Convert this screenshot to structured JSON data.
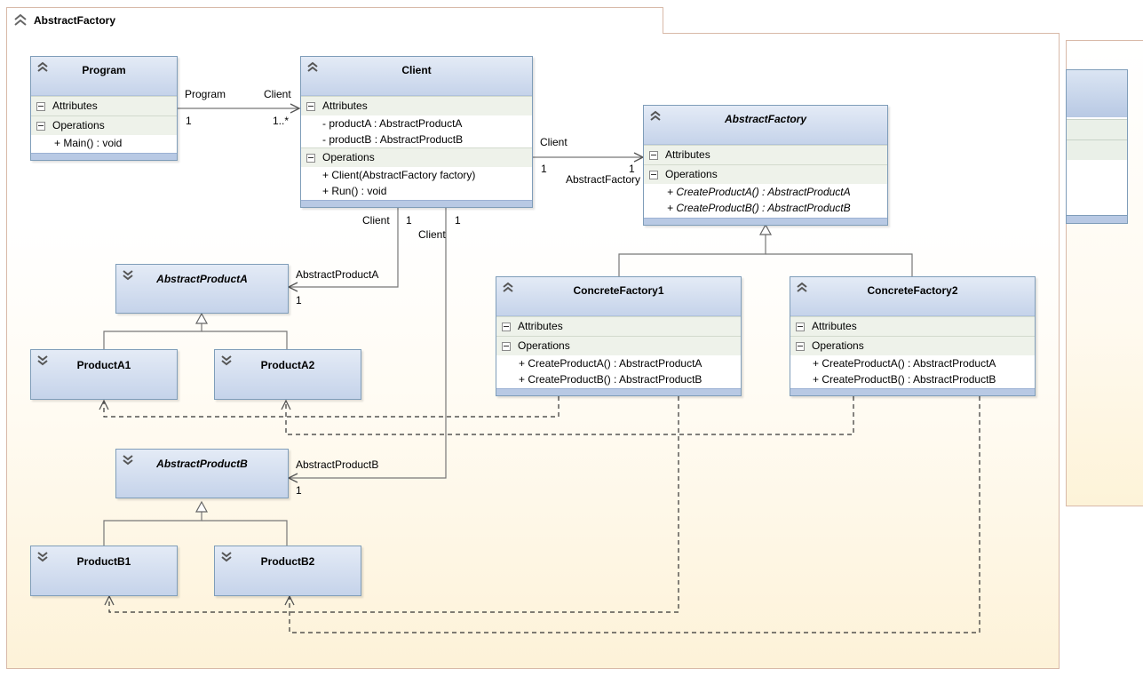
{
  "diagram": {
    "title": "AbstractFactory"
  },
  "classes": {
    "program": {
      "name": "Program",
      "attributes_label": "Attributes",
      "operations_label": "Operations",
      "operations": [
        "+ Main() : void"
      ]
    },
    "client": {
      "name": "Client",
      "attributes_label": "Attributes",
      "attributes": [
        "- productA : AbstractProductA",
        "- productB : AbstractProductB"
      ],
      "operations_label": "Operations",
      "operations": [
        "+ Client(AbstractFactory factory)",
        "+ Run() : void"
      ]
    },
    "abstract_factory": {
      "name": "AbstractFactory",
      "attributes_label": "Attributes",
      "operations_label": "Operations",
      "operations": [
        "+ CreateProductA() : AbstractProductA",
        "+ CreateProductB() : AbstractProductB"
      ]
    },
    "concrete_factory1": {
      "name": "ConcreteFactory1",
      "attributes_label": "Attributes",
      "operations_label": "Operations",
      "operations": [
        "+ CreateProductA() : AbstractProductA",
        "+ CreateProductB() : AbstractProductB"
      ]
    },
    "concrete_factory2": {
      "name": "ConcreteFactory2",
      "attributes_label": "Attributes",
      "operations_label": "Operations",
      "operations": [
        "+ CreateProductA() : AbstractProductA",
        "+ CreateProductB() : AbstractProductB"
      ]
    },
    "abstract_product_a": {
      "name": "AbstractProductA"
    },
    "product_a1": {
      "name": "ProductA1"
    },
    "product_a2": {
      "name": "ProductA2"
    },
    "abstract_product_b": {
      "name": "AbstractProductB"
    },
    "product_b1": {
      "name": "ProductB1"
    },
    "product_b2": {
      "name": "ProductB2"
    }
  },
  "associations": {
    "program_client": {
      "source_role": "Program",
      "target_role": "Client",
      "source_mult": "1",
      "target_mult": "1..*"
    },
    "client_factory": {
      "source_role": "Client",
      "target_role": "AbstractFactory",
      "source_mult": "1",
      "target_mult": "1"
    },
    "client_product_a": {
      "source_role": "Client",
      "target_role": "AbstractProductA",
      "source_mult": "1",
      "target_mult": "1"
    },
    "client_product_b": {
      "source_role": "Client",
      "target_role": "AbstractProductB",
      "source_mult": "1",
      "target_mult": "1"
    }
  }
}
